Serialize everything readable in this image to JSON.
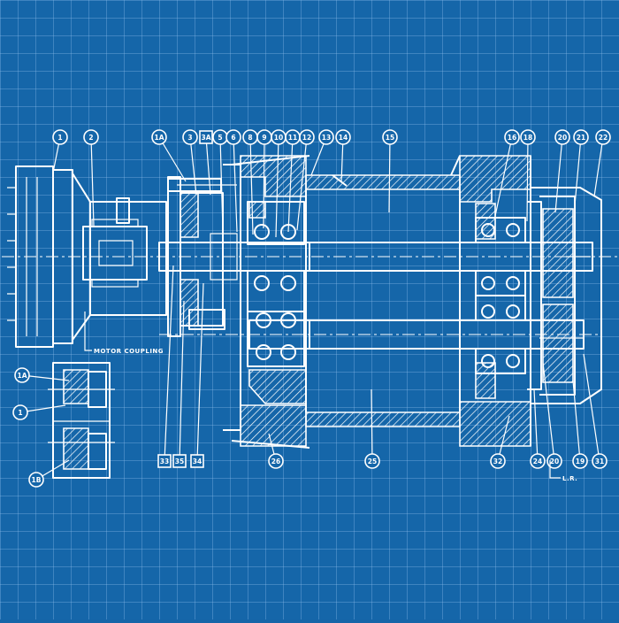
{
  "balloons_top": [
    "1",
    "2",
    "1A",
    "3",
    "3A",
    "5",
    "6",
    "8",
    "9",
    "10",
    "11",
    "12",
    "13",
    "14",
    "15",
    "16",
    "18",
    "20",
    "21",
    "22"
  ],
  "balloons_bottom": [
    "33",
    "35",
    "34",
    "26",
    "25",
    "32",
    "24",
    "20",
    "19",
    "31"
  ],
  "balloons_detail": [
    "1A",
    "1",
    "1B"
  ],
  "labels": {
    "motor_coupling": "MOTOR COUPLING",
    "lr": "L.R."
  }
}
